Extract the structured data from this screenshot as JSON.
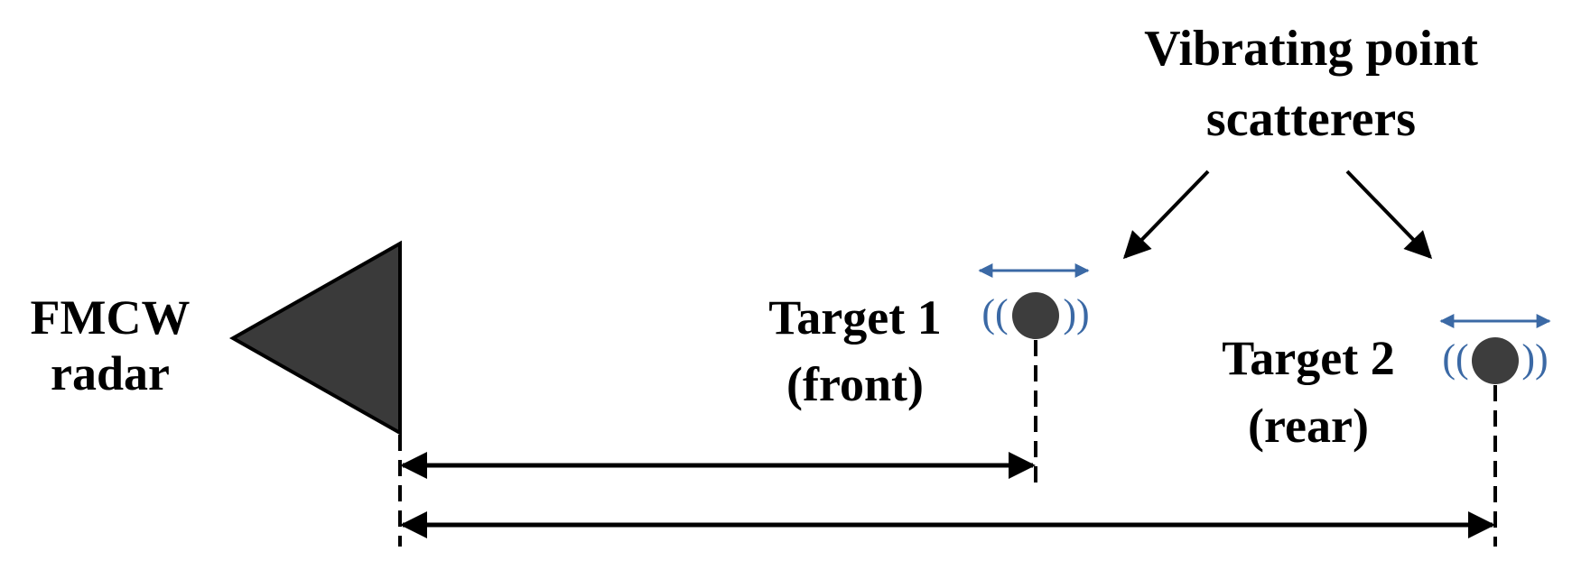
{
  "radar": {
    "line1": "FMCW",
    "line2": "radar"
  },
  "callout": {
    "line1": "Vibrating point",
    "line2": "scatterers"
  },
  "target1": {
    "line1": "Target 1",
    "line2": "(front)"
  },
  "target2": {
    "line1": "Target 2",
    "line2": "(rear)"
  },
  "wave_glyphs": {
    "left": "((",
    "right": "))"
  },
  "colors": {
    "ink": "#000000",
    "radar_fill": "#3a3a3a",
    "target_fill": "#3d3d3d",
    "vibration": "#3b69a5"
  }
}
